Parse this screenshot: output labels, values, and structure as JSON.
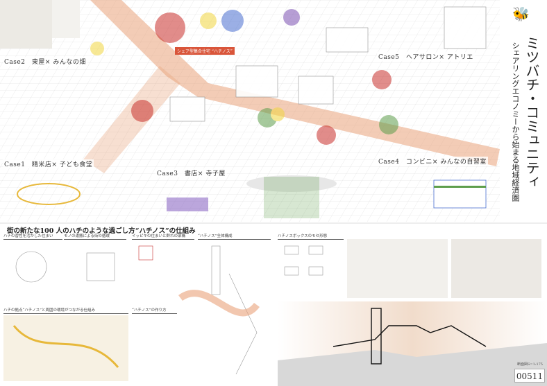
{
  "title": "ミツバチ・コミュニティ",
  "subtitle": "シェアリングエコノミーから始まる地域経済圏",
  "logo": "bee-icon",
  "hub_label": "シェア型集合住宅 “ハチノス”",
  "cases": [
    {
      "label": "Case2　東屋× みんなの畑"
    },
    {
      "label": "Case1　精米店× 子ども食堂"
    },
    {
      "label": "Case3　書店× 寺子屋"
    },
    {
      "label": "Case5　ヘアサロン× アトリエ"
    },
    {
      "label": "Case4　コンビニ× みんなの自習室"
    }
  ],
  "sections": {
    "left_heading": "街の新たな100 人のハチのような過ごし方",
    "mid_heading": "“ハチノス”の仕組み",
    "subs": [
      "ハチの習性を活かした住まい",
      "モノの運搬による街の循環",
      "イッピキの住まいと群れの架構",
      "“ハチノス”全体構成",
      "ハチノスボックスのモセ形態"
    ],
    "bottom_left": "ハチの拠点“ハチノス”と周囲の環境がつながる仕組み",
    "bottom_mid": "“ハチノス”の作り方"
  },
  "section_scale": "断面図S=1:175",
  "entry_id": "00511",
  "colors": {
    "road": "#e9a27a",
    "red": "#c9302c",
    "purple": "#7a4fb0",
    "green": "#5e9e4c",
    "yellow": "#f2d640",
    "blue": "#4a6fd0"
  }
}
